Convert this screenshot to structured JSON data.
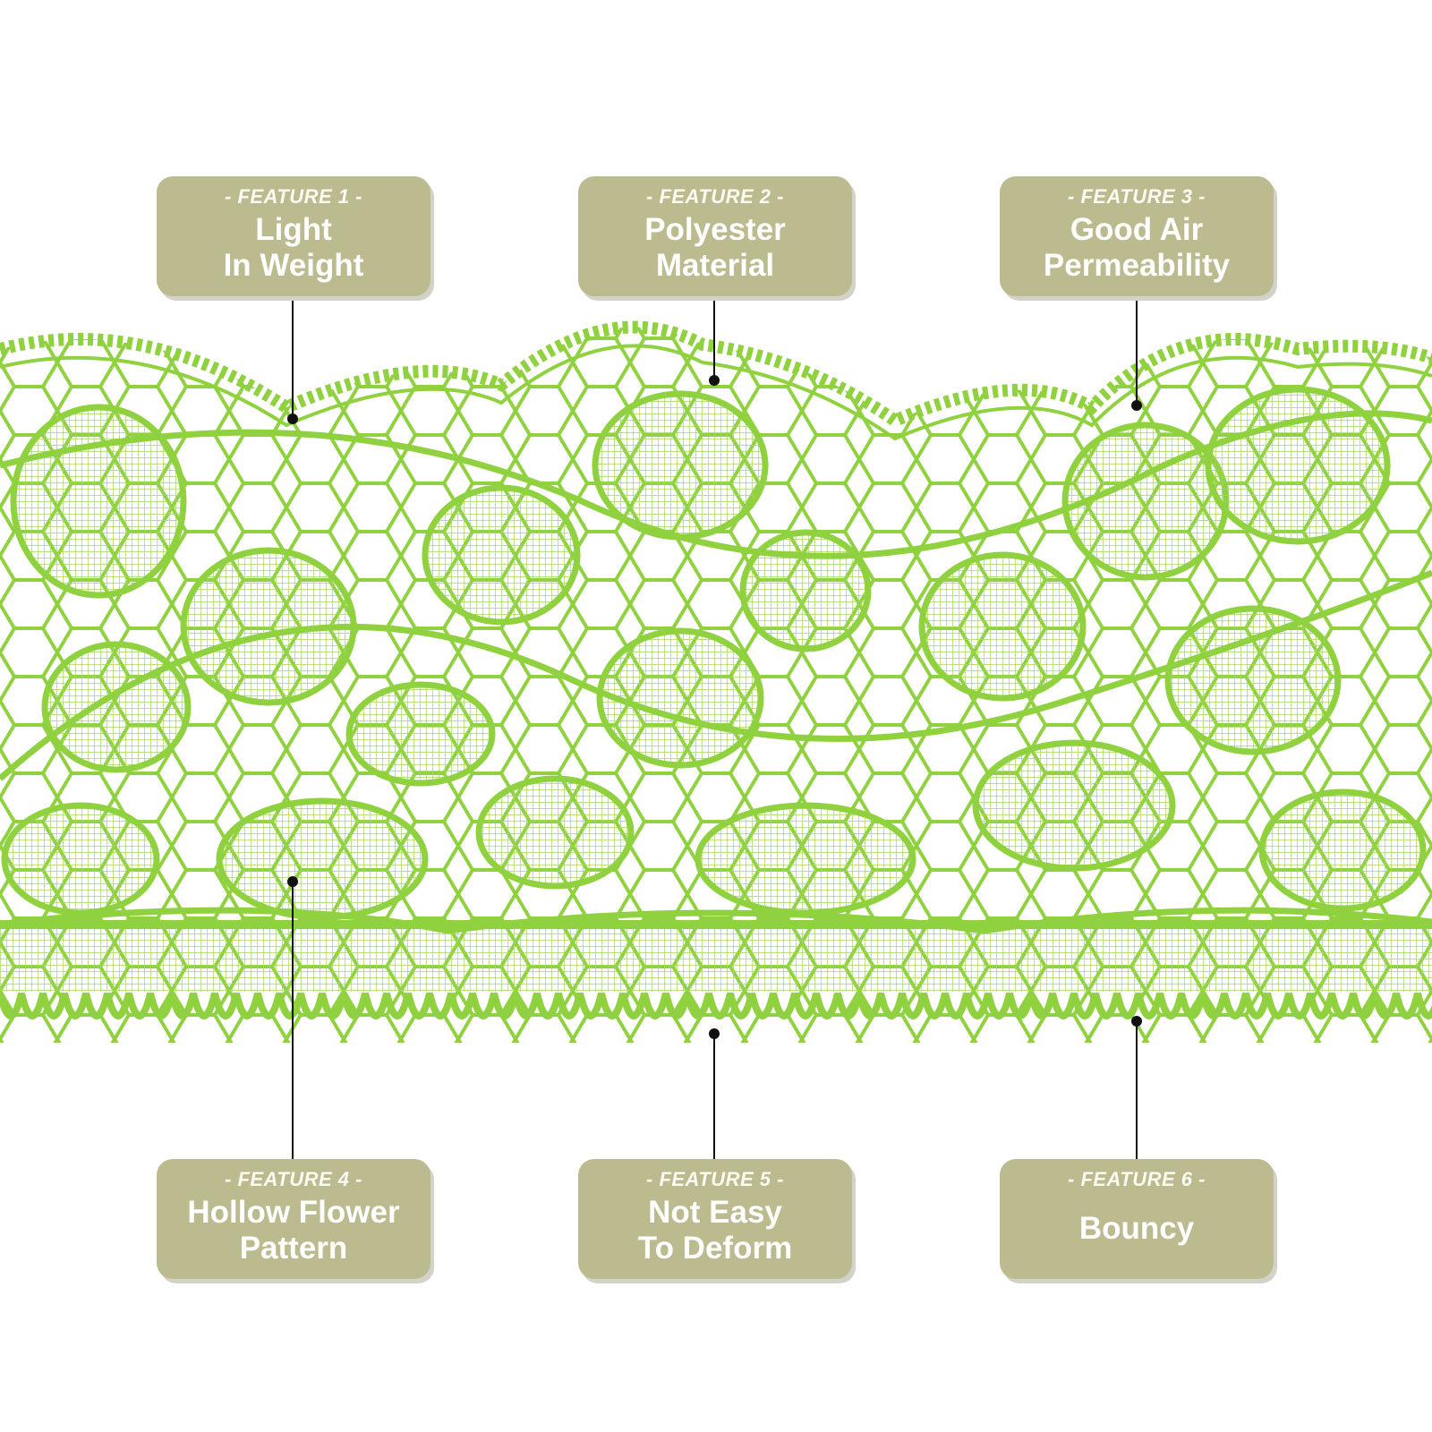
{
  "product": {
    "colors": {
      "lace": "#8fd13f",
      "lace_light": "#b9e77f",
      "card": "#bcbb8f",
      "card_text": "#ffffff"
    }
  },
  "features": [
    {
      "tag": "- FEATURE 1 -",
      "title": "Light\nIn Weight"
    },
    {
      "tag": "- FEATURE 2 -",
      "title": "Polyester\nMaterial"
    },
    {
      "tag": "- FEATURE 3 -",
      "title": "Good Air\nPermeability"
    },
    {
      "tag": "- FEATURE 4 -",
      "title": "Hollow Flower\nPattern"
    },
    {
      "tag": "- FEATURE 5 -",
      "title": "Not Easy\nTo Deform"
    },
    {
      "tag": "- FEATURE 6 -",
      "title": "Bouncy"
    }
  ]
}
